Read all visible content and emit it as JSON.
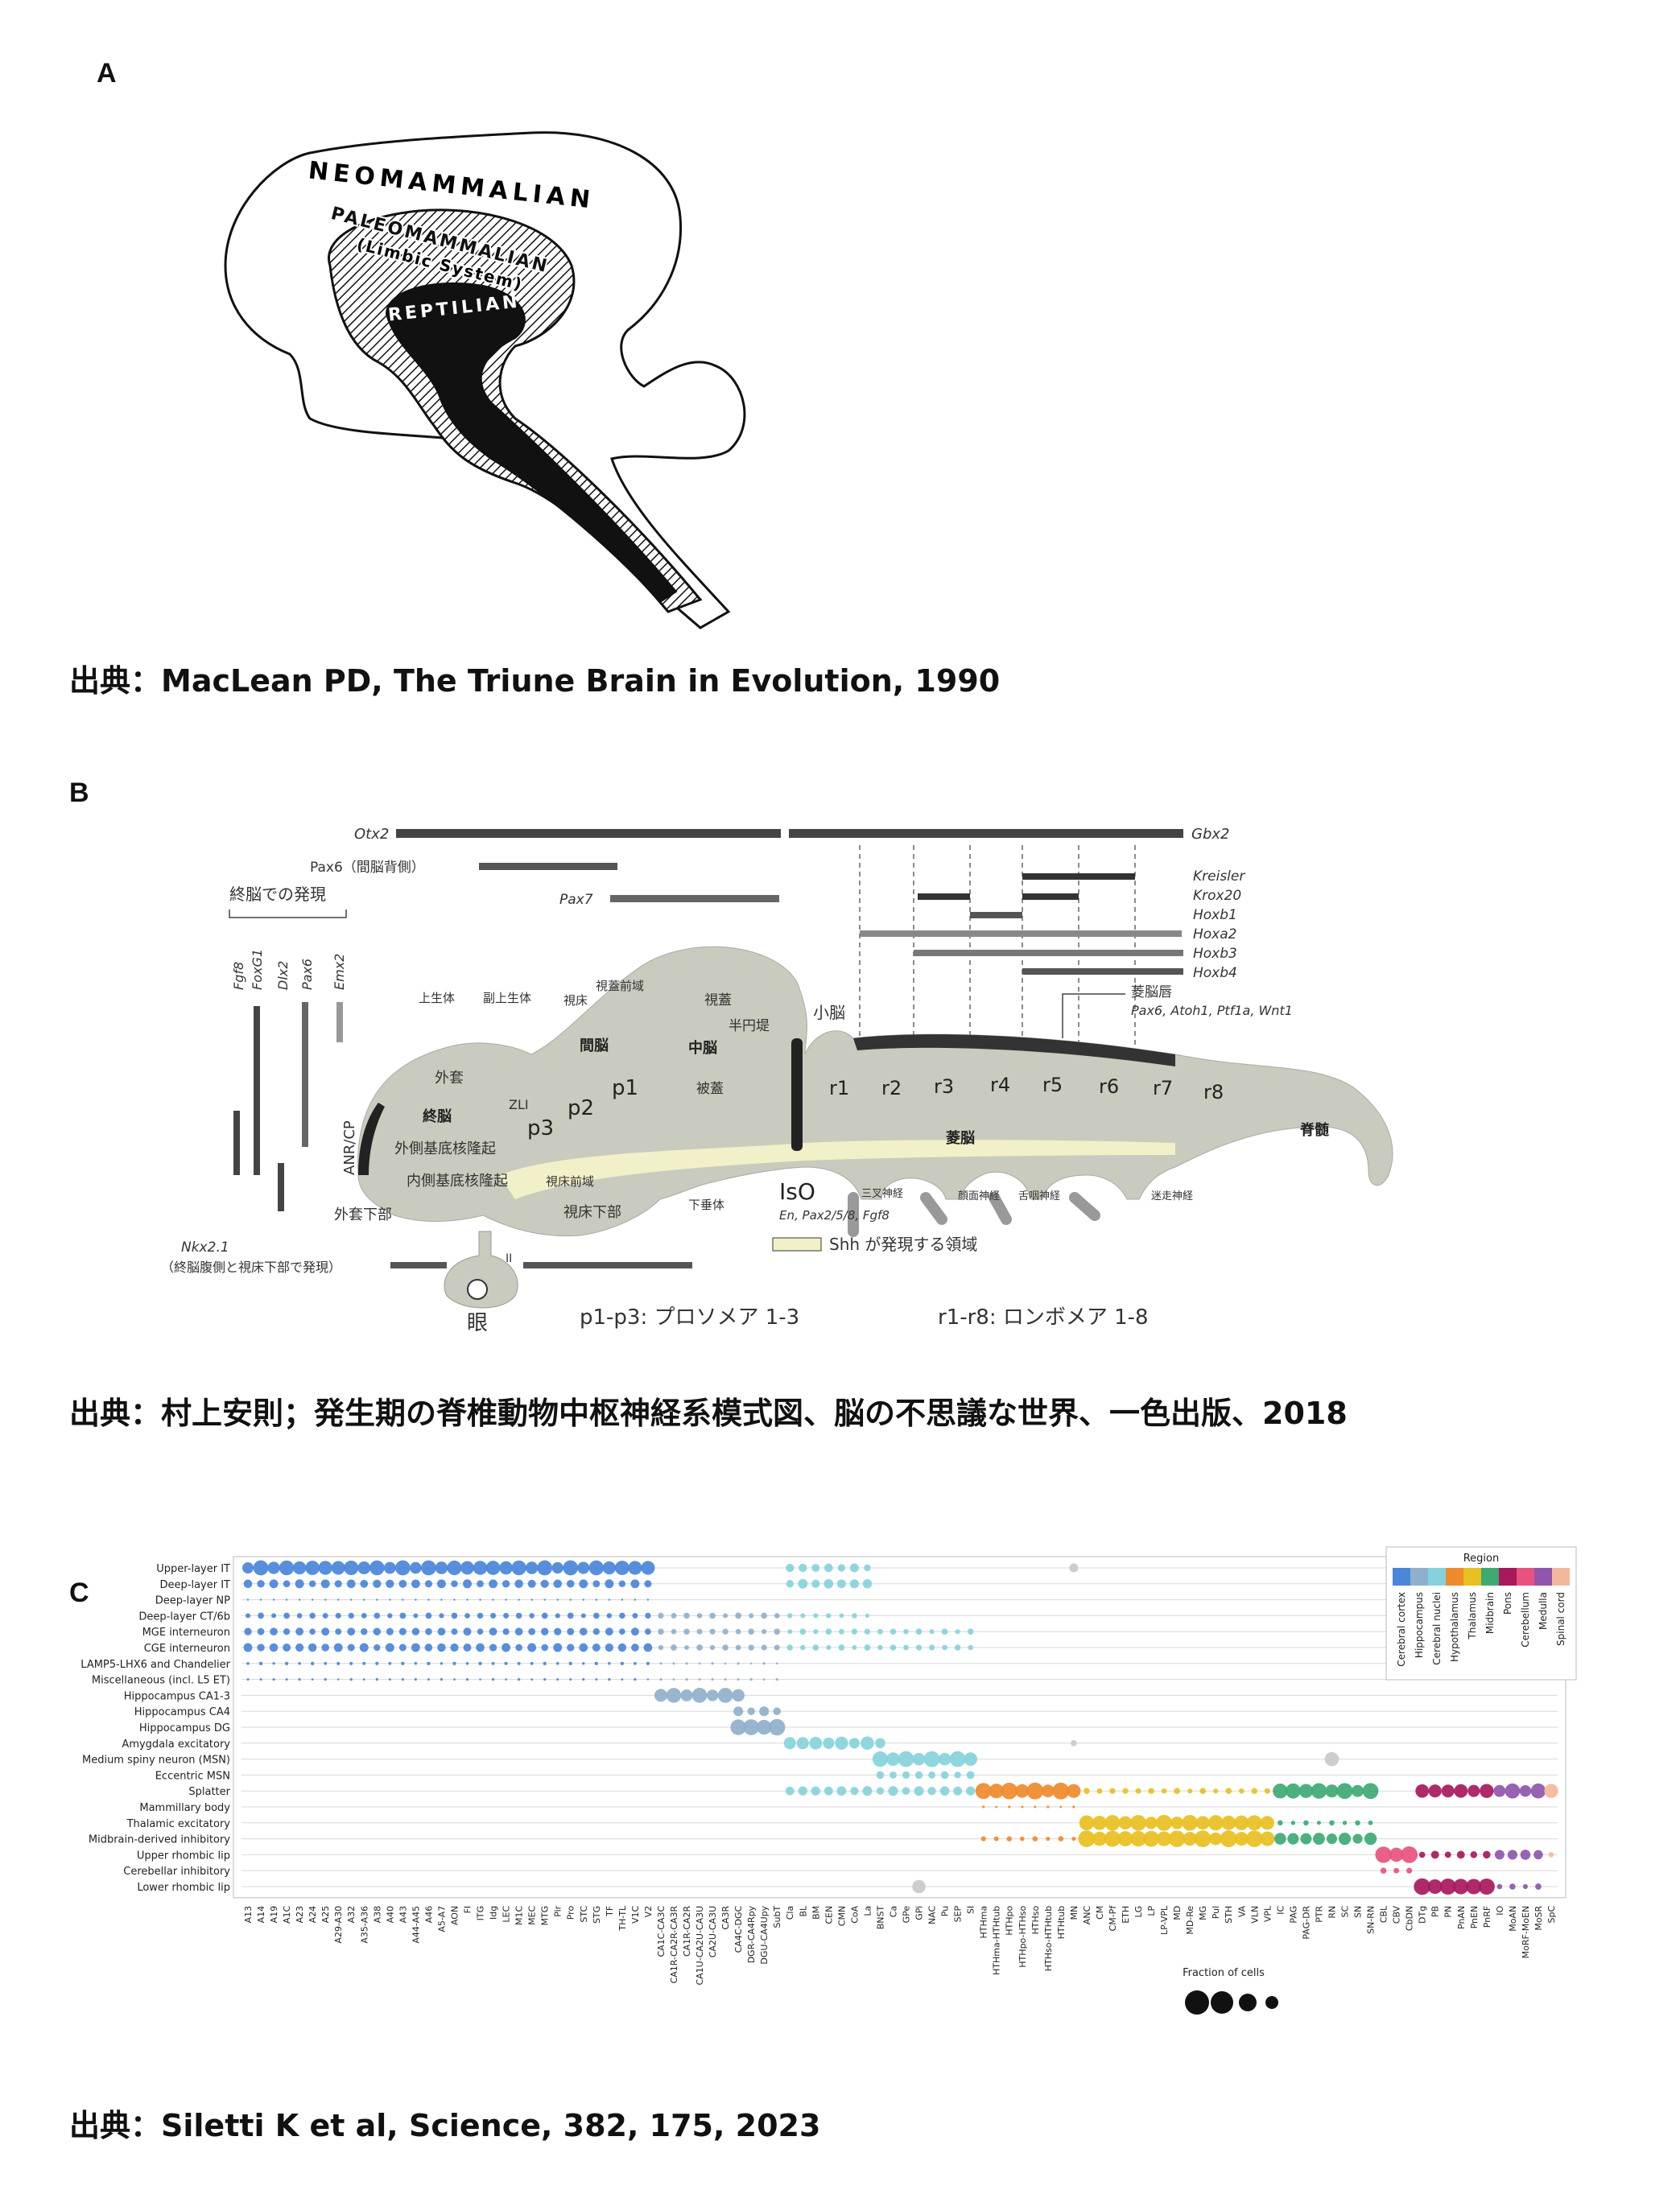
{
  "panels": {
    "a": {
      "letter": "A",
      "labels": {
        "neo": "NEOMAMMALIAN",
        "paleo": "PALEOMAMMALIAN",
        "limbic": "(Limbic System)",
        "rept": "REPTILIAN"
      },
      "citation": "出典：MacLean PD, The Triune Brain in Evolution, 1990"
    },
    "b": {
      "letter": "B",
      "genes_top": [
        "Otx2",
        "Gbx2",
        "Pax6（間脳背側）",
        "Pax7"
      ],
      "hox": [
        "Kreisler",
        "Krox20",
        "Hoxb1",
        "Hoxa2",
        "Hoxb3",
        "Hoxb4"
      ],
      "telencephalon_title": "終脳での発現",
      "tel_genes": [
        "Fgf8",
        "FoxG1",
        "Dlx2",
        "Pax6",
        "Emx2"
      ],
      "anr": "ANR/CP",
      "regions": {
        "epithalamus": "上生体",
        "paraepi": "副上生体",
        "pretectum": "視蓋前域",
        "thalamus": "視床",
        "tectum": "視蓋",
        "semicircular": "半円堤",
        "midbrain": "中脳",
        "tegmentum": "被蓋",
        "cerebellum": "小脳",
        "pallium": "外套",
        "telencephalon": "終脳",
        "diencephalon": "間脳",
        "zli": "ZLI",
        "lge": "外側基底核隆起",
        "mge": "内側基底核隆起",
        "subpallium": "外套下部",
        "preoptic": "視床前域",
        "hypothalamus": "視床下部",
        "pituitary": "下垂体",
        "rhombencephalon": "菱脳",
        "spinal": "脊髄",
        "rhombic_lip": "菱脳唇",
        "rhombic_lip_genes": "Pax6, Atoh1, Ptf1a, Wnt1",
        "iso": "IsO",
        "iso_genes": "En, Pax2/5/8, Fgf8",
        "trigeminal": "三叉神経",
        "facial": "顔面神経",
        "glossopharyngeal": "舌咽神経",
        "vagus": "迷走神経",
        "eye": "眼",
        "optic": "II"
      },
      "prosomeres": [
        "p3",
        "p2",
        "p1"
      ],
      "rhombomeres": [
        "r1",
        "r2",
        "r3",
        "r4",
        "r5",
        "r6",
        "r7",
        "r8"
      ],
      "nkx": "Nkx2.1",
      "nkx_note": "（終脳腹側と視床下部で発現）",
      "shh_note": "Shh が発現する領域",
      "p_note": "p1-p3: プロソメア 1-3",
      "r_note": "r1-r8: ロンボメア 1-8",
      "citation": "出典：村上安則；発生期の脊椎動物中枢神経系模式図、脳の不思議な世界、一色出版、2018"
    },
    "c": {
      "letter": "C",
      "citation": "出典：Siletti K et al, Science, 382, 175, 2023"
    }
  },
  "chart_data": {
    "type": "scatter",
    "title": "",
    "rows": [
      "Upper-layer IT",
      "Deep-layer IT",
      "Deep-layer NP",
      "Deep-layer CT/6b",
      "MGE interneuron",
      "CGE interneuron",
      "LAMP5-LHX6 and Chandelier",
      "Miscellaneous (incl. L5 ET)",
      "Hippocampus CA1-3",
      "Hippocampus CA4",
      "Hippocampus DG",
      "Amygdala excitatory",
      "Medium spiny neuron (MSN)",
      "Eccentric MSN",
      "Splatter",
      "Mammillary body",
      "Thalamic excitatory",
      "Midbrain-derived inhibitory",
      "Upper rhombic lip",
      "Cerebellar inhibitory",
      "Lower rhombic lip"
    ],
    "columns": [
      "A13",
      "A14",
      "A19",
      "A1C",
      "A23",
      "A24",
      "A25",
      "A29-A30",
      "A32",
      "A35-A36",
      "A38",
      "A40",
      "A43",
      "A44-A45",
      "A46",
      "A5-A7",
      "AON",
      "FI",
      "ITG",
      "Idg",
      "LEC",
      "M1C",
      "MEC",
      "MTG",
      "Pir",
      "Pro",
      "STC",
      "STG",
      "TF",
      "TH-TL",
      "V1C",
      "V2",
      "CA1C-CA3C",
      "CA1R-CA2R-CA3R",
      "CA1R-CA2R",
      "CA1U-CA2U-CA3U",
      "CA2U-CA3U",
      "CA3R",
      "CA4C-DGC",
      "DGR-CA4Rpy",
      "DGU-CA4Upy",
      "SubT",
      "Cla",
      "BL",
      "BM",
      "CEN",
      "CMN",
      "CoA",
      "La",
      "BNST",
      "Ca",
      "GPe",
      "GPi",
      "NAC",
      "Pu",
      "SEP",
      "SI",
      "HTHma",
      "HTHma-HTHtub",
      "HTHpo",
      "HTHpo-HTHso",
      "HTHso",
      "HTHso-HTHtub",
      "HTHtub",
      "MN",
      "ANC",
      "CM",
      "CM-Pf",
      "ETH",
      "LG",
      "LP",
      "LP-VPL",
      "MD",
      "MD-Re",
      "MG",
      "Pul",
      "STH",
      "VA",
      "VLN",
      "VPL",
      "IC",
      "PAG",
      "PAG-DR",
      "PTR",
      "RN",
      "SC",
      "SN",
      "SN-RN",
      "CBL",
      "CBV",
      "CbDN",
      "DTg",
      "PB",
      "PN",
      "PnAN",
      "PnEN",
      "PnRF",
      "IO",
      "MoAN",
      "MoRF-MoEN",
      "MoSR",
      "SpC"
    ],
    "column_regions": [
      "Cerebral cortex",
      "Cerebral cortex",
      "Cerebral cortex",
      "Cerebral cortex",
      "Cerebral cortex",
      "Cerebral cortex",
      "Cerebral cortex",
      "Cerebral cortex",
      "Cerebral cortex",
      "Cerebral cortex",
      "Cerebral cortex",
      "Cerebral cortex",
      "Cerebral cortex",
      "Cerebral cortex",
      "Cerebral cortex",
      "Cerebral cortex",
      "Cerebral cortex",
      "Cerebral cortex",
      "Cerebral cortex",
      "Cerebral cortex",
      "Cerebral cortex",
      "Cerebral cortex",
      "Cerebral cortex",
      "Cerebral cortex",
      "Cerebral cortex",
      "Cerebral cortex",
      "Cerebral cortex",
      "Cerebral cortex",
      "Cerebral cortex",
      "Cerebral cortex",
      "Cerebral cortex",
      "Cerebral cortex",
      "Hippocampus",
      "Hippocampus",
      "Hippocampus",
      "Hippocampus",
      "Hippocampus",
      "Hippocampus",
      "Hippocampus",
      "Hippocampus",
      "Hippocampus",
      "Hippocampus",
      "Cerebral nuclei",
      "Cerebral nuclei",
      "Cerebral nuclei",
      "Cerebral nuclei",
      "Cerebral nuclei",
      "Cerebral nuclei",
      "Cerebral nuclei",
      "Cerebral nuclei",
      "Cerebral nuclei",
      "Cerebral nuclei",
      "Cerebral nuclei",
      "Cerebral nuclei",
      "Cerebral nuclei",
      "Cerebral nuclei",
      "Cerebral nuclei",
      "Hypothalamus",
      "Hypothalamus",
      "Hypothalamus",
      "Hypothalamus",
      "Hypothalamus",
      "Hypothalamus",
      "Hypothalamus",
      "Hypothalamus",
      "Thalamus",
      "Thalamus",
      "Thalamus",
      "Thalamus",
      "Thalamus",
      "Thalamus",
      "Thalamus",
      "Thalamus",
      "Thalamus",
      "Thalamus",
      "Thalamus",
      "Thalamus",
      "Thalamus",
      "Thalamus",
      "Thalamus",
      "Midbrain",
      "Midbrain",
      "Midbrain",
      "Midbrain",
      "Midbrain",
      "Midbrain",
      "Midbrain",
      "Midbrain",
      "Cerebellum",
      "Cerebellum",
      "Cerebellum",
      "Pons",
      "Pons",
      "Pons",
      "Pons",
      "Pons",
      "Pons",
      "Medulla",
      "Medulla",
      "Medulla",
      "Medulla",
      "Spinal cord"
    ],
    "region_colors": {
      "Cerebral cortex": "#4a86d9",
      "Hippocampus": "#8fb0cc",
      "Cerebral nuclei": "#86d2dc",
      "Hypothalamus": "#ef8a2c",
      "Thalamus": "#e8c020",
      "Midbrain": "#3daa74",
      "Pons": "#a8185c",
      "Cerebellum": "#e8527e",
      "Medulla": "#8f56ad",
      "Spinal cord": "#f3b89a",
      "Other": "#c9c9c9"
    },
    "legend": {
      "title": "Region",
      "entries": [
        "Cerebral cortex",
        "Hippocampus",
        "Cerebral nuclei",
        "Hypothalamus",
        "Thalamus",
        "Midbrain",
        "Pons",
        "Cerebellum",
        "Medulla",
        "Spinal cord"
      ]
    },
    "size_legend": {
      "title": "Fraction of cells"
    },
    "blocks": [
      {
        "row": "Upper-layer IT",
        "cols": [
          0,
          31
        ],
        "size": 0.85
      },
      {
        "row": "Deep-layer IT",
        "cols": [
          0,
          31
        ],
        "size": 0.5
      },
      {
        "row": "Deep-layer NP",
        "cols": [
          0,
          31
        ],
        "size": 0.1
      },
      {
        "row": "Deep-layer CT/6b",
        "cols": [
          0,
          31
        ],
        "size": 0.35
      },
      {
        "row": "MGE interneuron",
        "cols": [
          0,
          31
        ],
        "size": 0.45
      },
      {
        "row": "CGE interneuron",
        "cols": [
          0,
          31
        ],
        "size": 0.5
      },
      {
        "row": "LAMP5-LHX6 and Chandelier",
        "cols": [
          0,
          31
        ],
        "size": 0.2
      },
      {
        "row": "Miscellaneous (incl. L5 ET)",
        "cols": [
          0,
          31
        ],
        "size": 0.15
      },
      {
        "row": "Deep-layer CT/6b",
        "cols": [
          32,
          41
        ],
        "size": 0.35
      },
      {
        "row": "MGE interneuron",
        "cols": [
          32,
          41
        ],
        "size": 0.35
      },
      {
        "row": "CGE interneuron",
        "cols": [
          32,
          41
        ],
        "size": 0.35
      },
      {
        "row": "LAMP5-LHX6 and Chandelier",
        "cols": [
          32,
          41
        ],
        "size": 0.15
      },
      {
        "row": "Miscellaneous (incl. L5 ET)",
        "cols": [
          32,
          41
        ],
        "size": 0.15
      },
      {
        "row": "Hippocampus CA1-3",
        "cols": [
          32,
          38
        ],
        "size": 0.85
      },
      {
        "row": "Hippocampus CA4",
        "cols": [
          38,
          41
        ],
        "size": 0.55
      },
      {
        "row": "Hippocampus DG",
        "cols": [
          38,
          41
        ],
        "size": 0.95
      },
      {
        "row": "Upper-layer IT",
        "cols": [
          42,
          48
        ],
        "size": 0.5
      },
      {
        "row": "Deep-layer IT",
        "cols": [
          42,
          48
        ],
        "size": 0.55
      },
      {
        "row": "Deep-layer CT/6b",
        "cols": [
          42,
          48
        ],
        "size": 0.3
      },
      {
        "row": "MGE interneuron",
        "cols": [
          42,
          56
        ],
        "size": 0.35
      },
      {
        "row": "CGE interneuron",
        "cols": [
          42,
          56
        ],
        "size": 0.35
      },
      {
        "row": "Amygdala excitatory",
        "cols": [
          42,
          49
        ],
        "size": 0.75
      },
      {
        "row": "Medium spiny neuron (MSN)",
        "cols": [
          49,
          56
        ],
        "size": 0.9
      },
      {
        "row": "Eccentric MSN",
        "cols": [
          49,
          56
        ],
        "size": 0.45
      },
      {
        "row": "Splatter",
        "cols": [
          42,
          56
        ],
        "size": 0.55
      },
      {
        "row": "Splatter",
        "cols": [
          57,
          64
        ],
        "size": 0.95
      },
      {
        "row": "Mammillary body",
        "cols": [
          57,
          64
        ],
        "size": 0.15
      },
      {
        "row": "Midbrain-derived inhibitory",
        "cols": [
          57,
          64
        ],
        "size": 0.3
      },
      {
        "row": "Splatter",
        "cols": [
          65,
          79
        ],
        "size": 0.35
      },
      {
        "row": "Thalamic excitatory",
        "cols": [
          65,
          79
        ],
        "size": 0.9
      },
      {
        "row": "Midbrain-derived inhibitory",
        "cols": [
          65,
          79
        ],
        "size": 0.95
      },
      {
        "row": "Splatter",
        "cols": [
          80,
          87
        ],
        "size": 0.9
      },
      {
        "row": "Thalamic excitatory",
        "cols": [
          80,
          87
        ],
        "size": 0.3
      },
      {
        "row": "Midbrain-derived inhibitory",
        "cols": [
          80,
          87
        ],
        "size": 0.7
      },
      {
        "row": "Upper rhombic lip",
        "cols": [
          88,
          90
        ],
        "size": 0.95
      },
      {
        "row": "Cerebellar inhibitory",
        "cols": [
          88,
          90
        ],
        "size": 0.35
      },
      {
        "row": "Splatter",
        "cols": [
          91,
          96
        ],
        "size": 0.8
      },
      {
        "row": "Upper rhombic lip",
        "cols": [
          91,
          96
        ],
        "size": 0.45
      },
      {
        "row": "Lower rhombic lip",
        "cols": [
          91,
          96
        ],
        "size": 0.95
      },
      {
        "row": "Splatter",
        "cols": [
          97,
          100
        ],
        "size": 0.85
      },
      {
        "row": "Upper rhombic lip",
        "cols": [
          97,
          100
        ],
        "size": 0.6
      },
      {
        "row": "Lower rhombic lip",
        "cols": [
          97,
          100
        ],
        "size": 0.35
      },
      {
        "row": "Splatter",
        "cols": [
          101,
          101
        ],
        "size": 0.95
      },
      {
        "row": "Upper rhombic lip",
        "cols": [
          101,
          101
        ],
        "size": 0.3
      }
    ],
    "grey_spots": [
      {
        "row": "Upper-layer IT",
        "col": 64,
        "size": 0.5
      },
      {
        "row": "Amygdala excitatory",
        "col": 64,
        "size": 0.35
      },
      {
        "row": "Medium spiny neuron (MSN)",
        "col": 84,
        "size": 0.8
      },
      {
        "row": "Lower rhombic lip",
        "col": 52,
        "size": 0.75
      }
    ]
  }
}
